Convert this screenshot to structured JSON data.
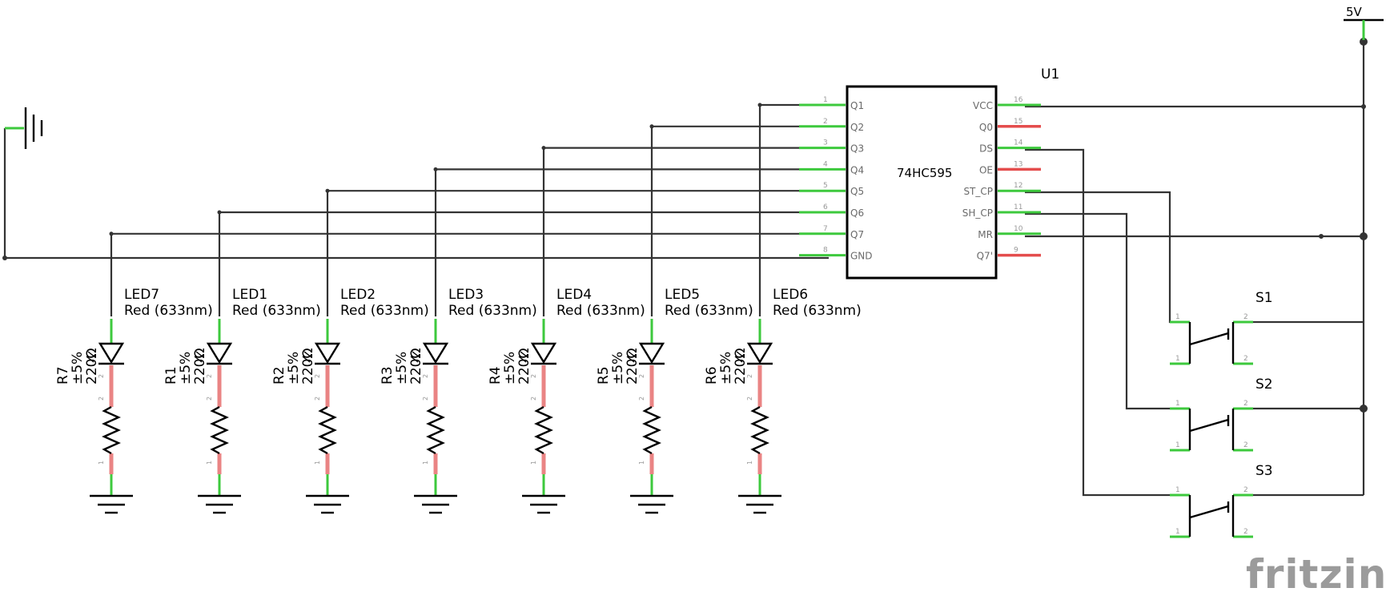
{
  "power": {
    "label": "5V"
  },
  "chip": {
    "ref": "U1",
    "part": "74HC595",
    "left_pins": [
      {
        "num": "1",
        "name": "Q1"
      },
      {
        "num": "2",
        "name": "Q2"
      },
      {
        "num": "3",
        "name": "Q3"
      },
      {
        "num": "4",
        "name": "Q4"
      },
      {
        "num": "5",
        "name": "Q5"
      },
      {
        "num": "6",
        "name": "Q6"
      },
      {
        "num": "7",
        "name": "Q7"
      },
      {
        "num": "8",
        "name": "GND"
      }
    ],
    "right_pins": [
      {
        "num": "16",
        "name": "VCC",
        "connected": true
      },
      {
        "num": "15",
        "name": "Q0",
        "connected": false
      },
      {
        "num": "14",
        "name": "DS",
        "connected": true
      },
      {
        "num": "13",
        "name": "OE",
        "connected": false
      },
      {
        "num": "12",
        "name": "ST_CP",
        "connected": true
      },
      {
        "num": "11",
        "name": "SH_CP",
        "connected": true
      },
      {
        "num": "10",
        "name": "MR",
        "connected": true
      },
      {
        "num": "9",
        "name": "Q7'",
        "connected": false
      }
    ]
  },
  "leds": [
    {
      "ref": "LED7",
      "color": "Red (633nm)"
    },
    {
      "ref": "LED1",
      "color": "Red (633nm)"
    },
    {
      "ref": "LED2",
      "color": "Red (633nm)"
    },
    {
      "ref": "LED3",
      "color": "Red (633nm)"
    },
    {
      "ref": "LED4",
      "color": "Red (633nm)"
    },
    {
      "ref": "LED5",
      "color": "Red (633nm)"
    },
    {
      "ref": "LED6",
      "color": "Red (633nm)"
    }
  ],
  "resistors": [
    {
      "ref": "R7",
      "tolerance": "±5%",
      "value": "220Ω"
    },
    {
      "ref": "R1",
      "tolerance": "±5%",
      "value": "220Ω"
    },
    {
      "ref": "R2",
      "tolerance": "±5%",
      "value": "220Ω"
    },
    {
      "ref": "R3",
      "tolerance": "±5%",
      "value": "220Ω"
    },
    {
      "ref": "R4",
      "tolerance": "±5%",
      "value": "220Ω"
    },
    {
      "ref": "R5",
      "tolerance": "±5%",
      "value": "220Ω"
    },
    {
      "ref": "R6",
      "tolerance": "±5%",
      "value": "220Ω"
    }
  ],
  "switches": [
    {
      "ref": "S1"
    },
    {
      "ref": "S2"
    },
    {
      "ref": "S3"
    }
  ],
  "switch_pin_labels": {
    "a": "1",
    "b": "2"
  },
  "resistor_pin_labels": {
    "top": "2",
    "bottom": "1"
  },
  "watermark": "fritzing",
  "colors": {
    "wire": "#333333",
    "connected_pin": "#3dc93d",
    "unconnected_pin": "#e44d4d",
    "watermark": "#9b9b9b"
  }
}
